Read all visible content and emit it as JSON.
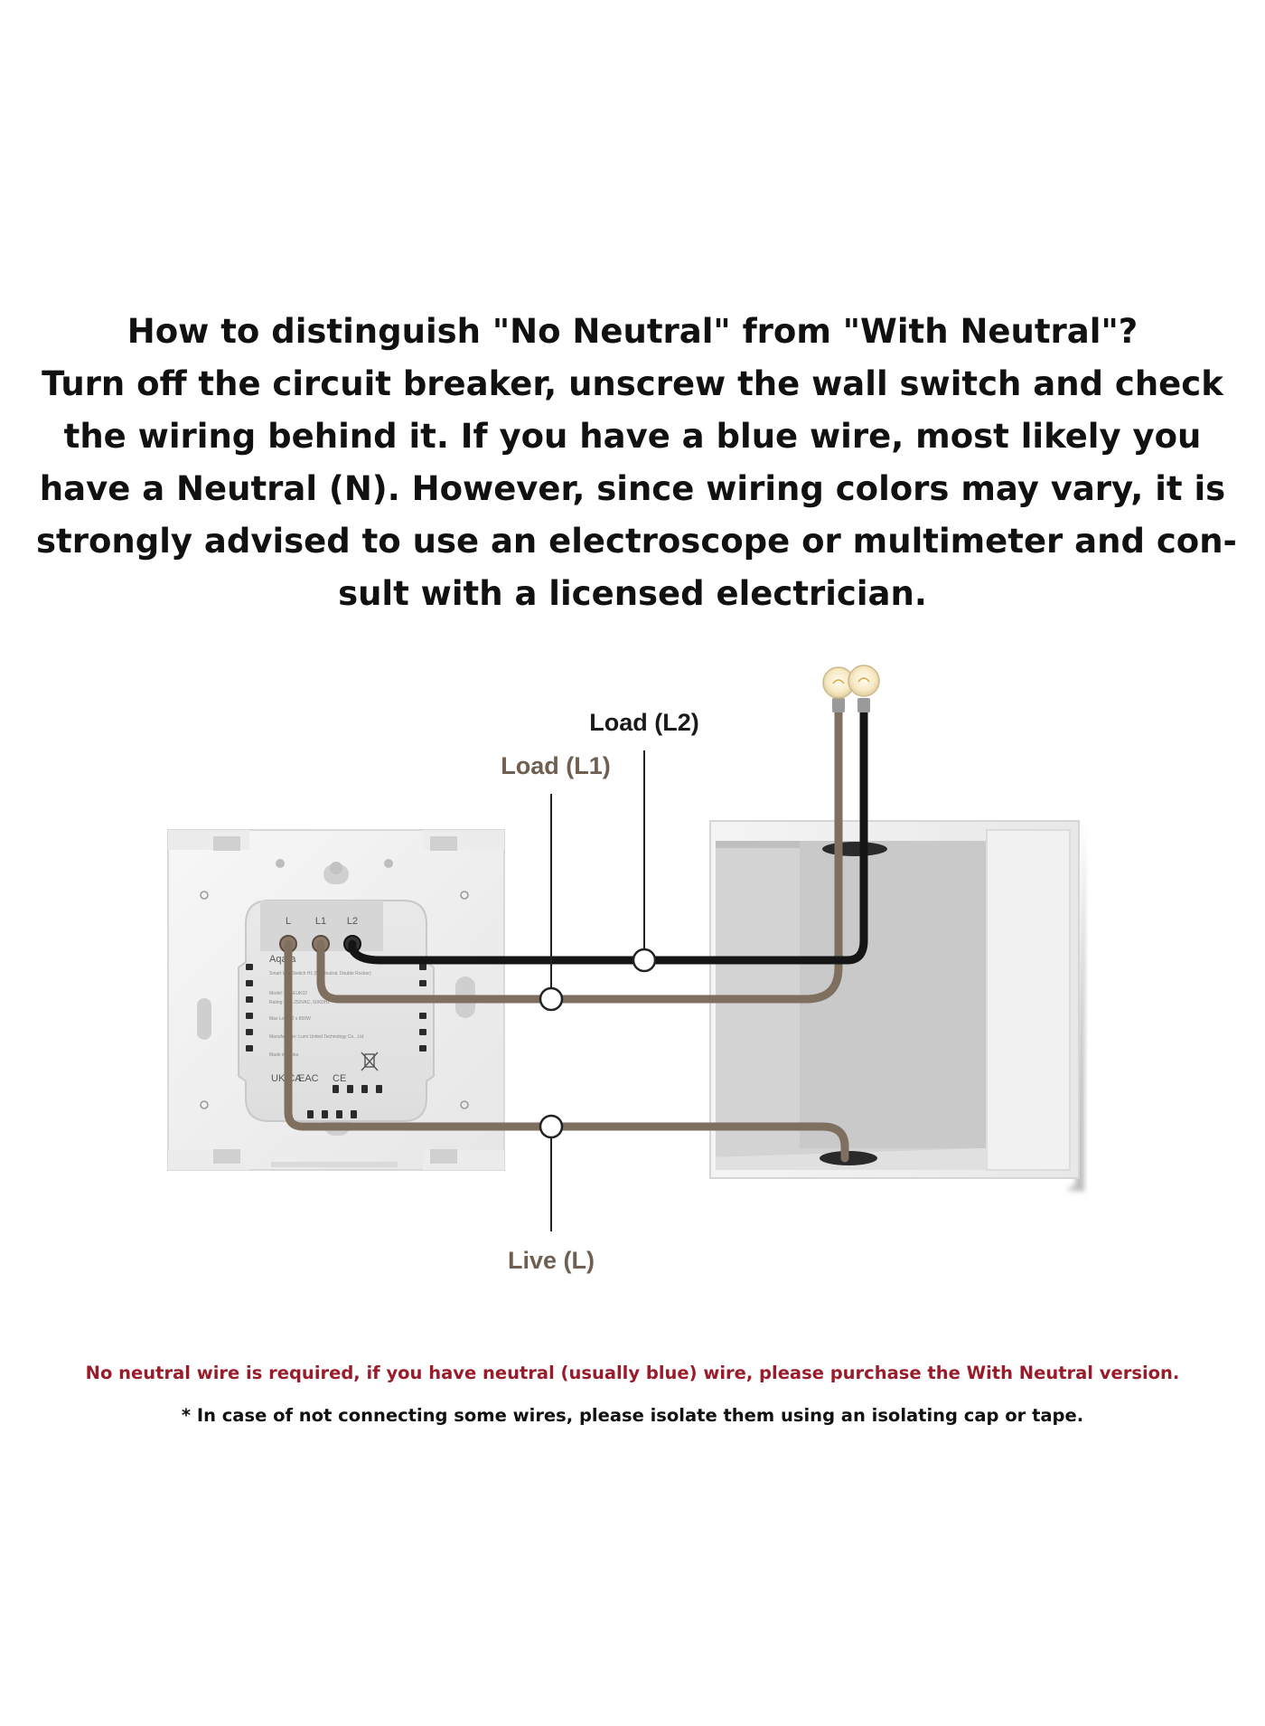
{
  "heading": {
    "lines": [
      "How to distinguish \"No Neutral\" from \"With Neutral\"?",
      "Turn off the circuit breaker, unscrew the wall switch and check",
      "the wiring behind it. If you have a blue wire,  most likely you",
      "have a Neutral (N). However, since wiring colors may vary, it is",
      "strongly advised  to use an electroscope or multimeter and con-",
      "sult with a licensed electrician."
    ]
  },
  "diagram": {
    "labels": {
      "load_l2": "Load (L2)",
      "load_l1": "Load (L1)",
      "live": "Live (L)"
    },
    "terminals": [
      "L",
      "L1",
      "L2"
    ],
    "brand": "Aqara",
    "marks": {
      "ukca": "UK CA",
      "eac": "EAC",
      "ce": "CE"
    },
    "label_text": [
      "Smart Wall Switch H1 (No Neutral, Double Rocker)",
      "Model: WS-EUK02",
      "Rating: 100-250VAC, 50/60Hz",
      "Max Load: 2 x 800W",
      "Manufacturer: Lumi United Technology Co., Ltd",
      "Made in China"
    ],
    "colors": {
      "load_l2_wire": "#151515",
      "load_l1_wire": "#7f6f5f",
      "live_wire": "#7f6f5f",
      "load_l1_label": "#6e5f50",
      "load_l2_label": "#1a1a1a",
      "live_label": "#6e5f50"
    }
  },
  "notes": {
    "red": "No neutral wire is required, if you have neutral (usually blue) wire, please purchase the With Neutral version.",
    "red_color": "#9a1b2a",
    "black": "* In case of not connecting some wires, please isolate them using an isolating cap or tape."
  }
}
